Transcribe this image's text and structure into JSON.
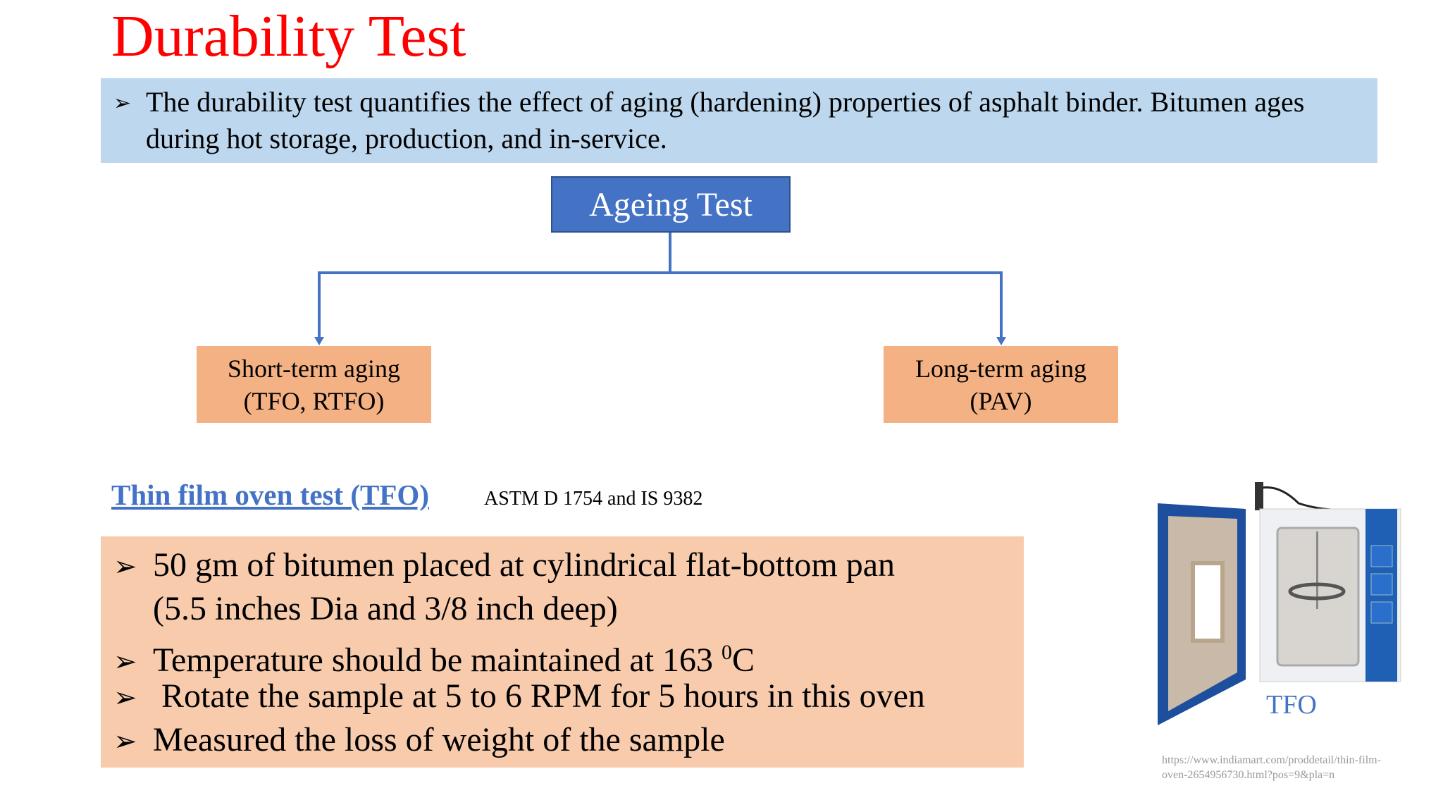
{
  "title": "Durability Test",
  "intro": {
    "bullet": "➢",
    "text": "The durability test quantifies the effect of aging (hardening) properties of asphalt binder. Bitumen ages during hot storage, production, and in-service."
  },
  "diagram": {
    "root": "Ageing Test",
    "short_term": {
      "line1": "Short-term aging",
      "line2": "(TFO, RTFO)"
    },
    "long_term": {
      "line1": "Long-term aging",
      "line2": "(PAV)"
    },
    "colors": {
      "root": "#4472c4",
      "children": "#f4b183",
      "connector": "#4472c4"
    }
  },
  "tfo": {
    "heading": "Thin film oven test (TFO)",
    "standard": "ASTM D 1754 and IS 9382",
    "bullet": "➢",
    "items": [
      "50 gm of bitumen placed at cylindrical flat-bottom pan",
      "(5.5 inches Dia and 3/8 inch deep)",
      "Temperature should be maintained at 163 ",
      " Rotate the sample at 5 to 6 RPM for 5 hours in this oven",
      "Measured the loss of weight of the sample"
    ],
    "temp_sup": "0",
    "temp_unit": "C"
  },
  "image": {
    "caption": "TFO",
    "source_line1": "https://www.indiamart.com/proddetail/thin-film-",
    "source_line2": "oven-2654956730.html?pos=9&pla=n"
  }
}
